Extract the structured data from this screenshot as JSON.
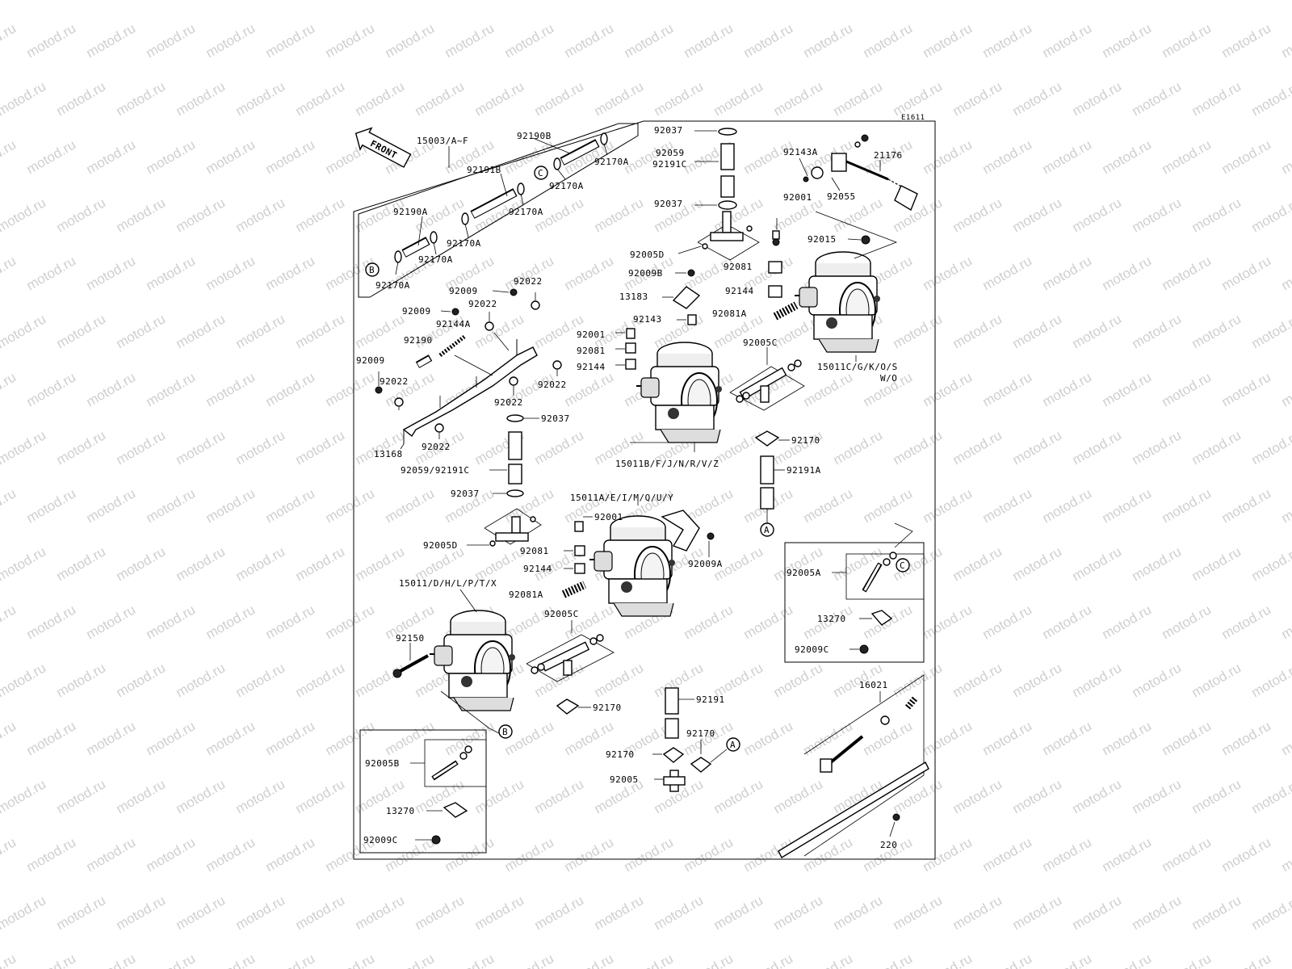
{
  "diagram_code": "E1611",
  "watermark": "motod.ru",
  "front_label": "FRONT",
  "ref_a": "A",
  "ref_b": "B",
  "ref_c": "C",
  "labels": {
    "l15003": "15003/A~F",
    "l92190B": "92190B",
    "l92170A_1": "92170A",
    "l92191B": "92191B",
    "l92170A_2": "92170A",
    "l92170A_3": "92170A",
    "l92190A": "92190A",
    "l92170A_4": "92170A",
    "l92170A_5": "92170A",
    "l92170A_6": "92170A",
    "l92037_1": "92037",
    "l92059_1": "92059",
    "l92191C_1": "92191C",
    "l92037_2": "92037",
    "l92005D_1": "92005D",
    "l92009B": "92009B",
    "l13183": "13183",
    "l92143": "92143",
    "l92001_1": "92001",
    "l92081_1": "92081",
    "l92144_1": "92144",
    "l92143A": "92143A",
    "l21176": "21176",
    "l92055": "92055",
    "l92001_2": "92001",
    "l92015": "92015",
    "l92081_2": "92081",
    "l92144_2": "92144",
    "l92081A_1": "92081A",
    "l92005C_1": "92005C",
    "l15011C": "15011C/G/K/O/S",
    "l15011C_2": "W/O",
    "l92009_1": "92009",
    "l92022_1": "92022",
    "l92009_2": "92009",
    "l92022_2": "92022",
    "l92144A": "92144A",
    "l92190": "92190",
    "l92009_3": "92009",
    "l92022_3": "92022",
    "l92022_4": "92022",
    "l92022_5": "92022",
    "l13168": "13168",
    "l92022_6": "92022",
    "l92037_3": "92037",
    "l15011B": "15011B/F/J/N/R/V/Z",
    "l92170_1": "92170",
    "l92191A": "92191A",
    "l92059_2": "92059/92191C",
    "l92037_4": "92037",
    "l15011A": "15011A/E/I/M/Q/U/Y",
    "l92001_3": "92001",
    "l92005D_2": "92005D",
    "l92081_3": "92081",
    "l92144_3": "92144",
    "l92009A": "92009A",
    "l15011": "15011/D/H/L/P/T/X",
    "l92081A_2": "92081A",
    "l92005C_2": "92005C",
    "l92150": "92150",
    "l92005A": "92005A",
    "l13270_1": "13270",
    "l92009C_1": "92009C",
    "l16021": "16021",
    "l92170_2": "92170",
    "l92191": "92191",
    "l92170_3": "92170",
    "l92170_4": "92170",
    "l92005": "92005",
    "l92005B": "92005B",
    "l13270_2": "13270",
    "l92009C_2": "92009C",
    "l220": "220"
  }
}
